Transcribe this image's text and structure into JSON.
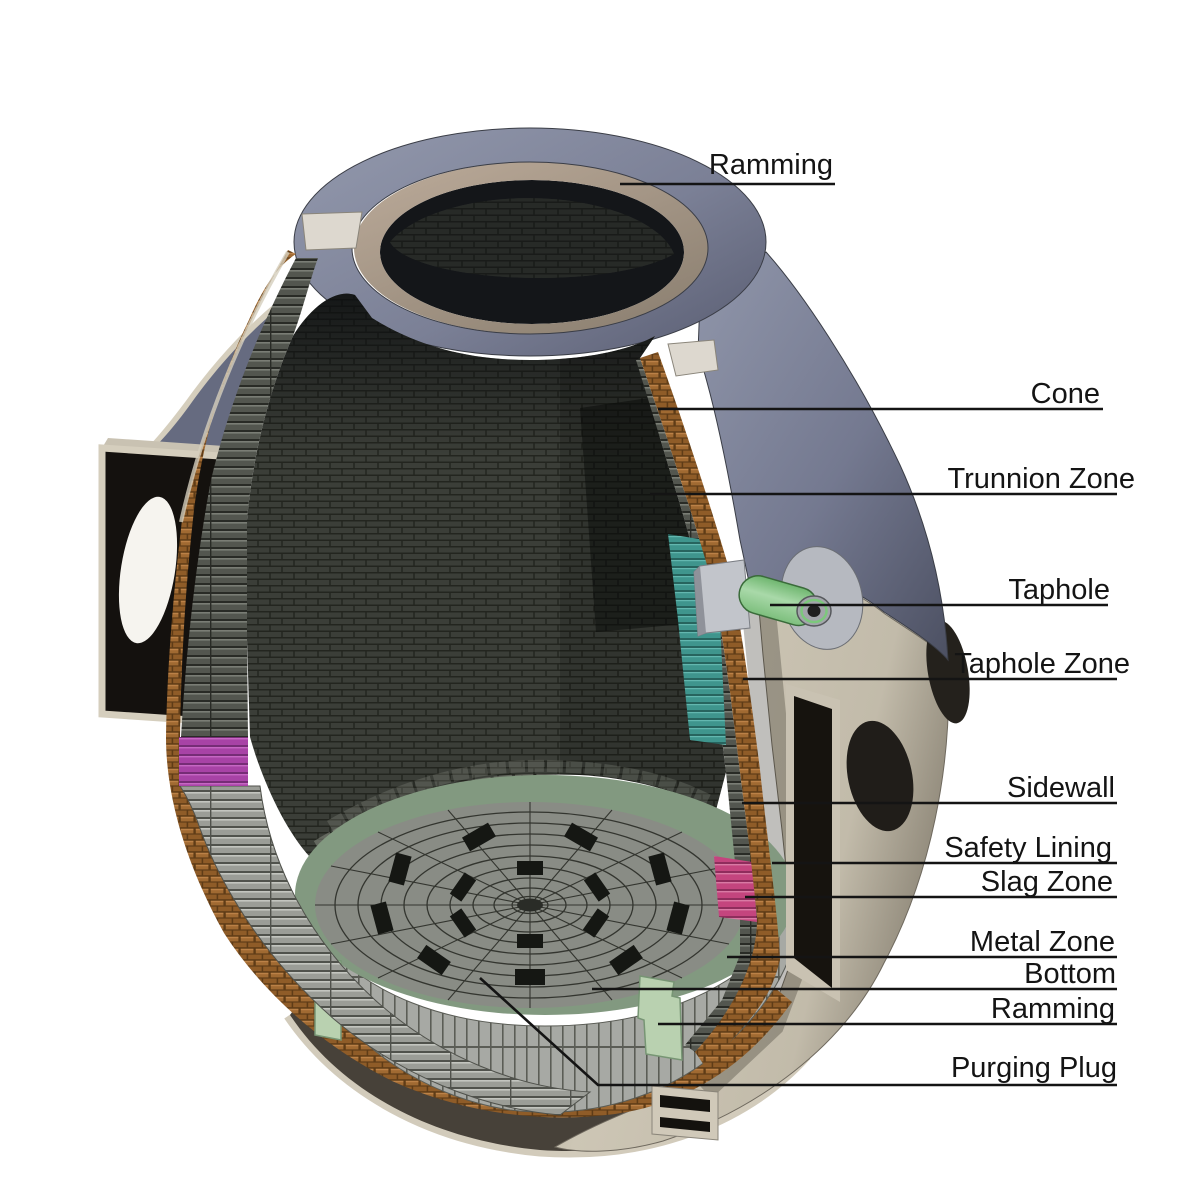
{
  "figure": {
    "type": "technical-cutaway-diagram",
    "subject": "steel ladle refractory lining cross-section"
  },
  "labels": [
    {
      "id": "ramming-top",
      "text": "Ramming"
    },
    {
      "id": "cone",
      "text": "Cone"
    },
    {
      "id": "trunnion-zone",
      "text": "Trunnion Zone"
    },
    {
      "id": "taphole",
      "text": "Taphole"
    },
    {
      "id": "taphole-zone",
      "text": "Taphole Zone"
    },
    {
      "id": "sidewall",
      "text": "Sidewall"
    },
    {
      "id": "safety-lining",
      "text": "Safety Lining"
    },
    {
      "id": "slag-zone",
      "text": "Slag Zone"
    },
    {
      "id": "metal-zone",
      "text": "Metal Zone"
    },
    {
      "id": "bottom",
      "text": "Bottom"
    },
    {
      "id": "ramming-bottom",
      "text": "Ramming"
    },
    {
      "id": "purging-plug",
      "text": "Purging Plug"
    }
  ],
  "palette": {
    "steel_shell_upper": "#7b8096",
    "steel_shell_lower": "#cdc5b4",
    "ramming_layer": "#b2a292",
    "working_lining_brick": "#3b3e39",
    "safety_lining_brick": "#9a6630",
    "taphole_zone": "#3f958d",
    "slag_zone_right": "#c4457e",
    "slag_zone_left": "#a843a6",
    "bottom_ramming": "#b9d1b0",
    "bottom_ring": "#8fa78c",
    "taphole_tube": "#8fc98f",
    "leader_line": "#141414"
  }
}
